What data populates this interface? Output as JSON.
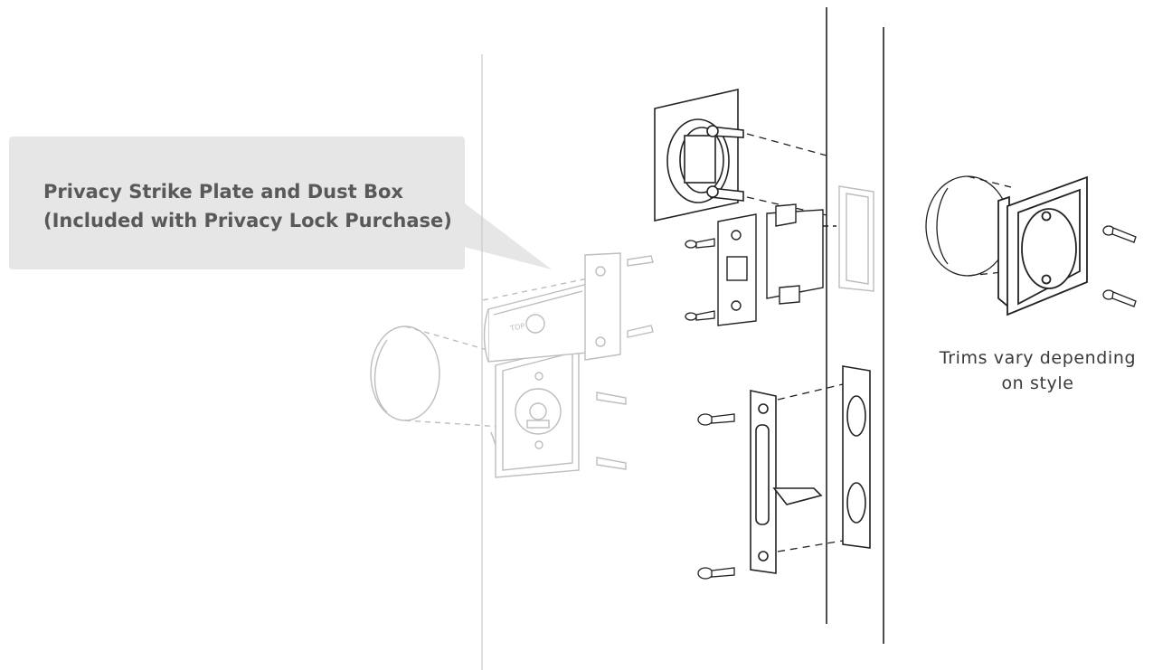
{
  "callout": {
    "line1": "Privacy Strike Plate and Dust Box",
    "line2": "(Included with Privacy Lock Purchase)"
  },
  "trim_note": {
    "line1": "Trims vary depending",
    "line2": "on style"
  },
  "colors": {
    "callout_fill": "#e6e6e6",
    "callout_text": "#595959",
    "outline": "#222222",
    "ghost_outline": "#bdbdbd",
    "door_edge": "#222222"
  },
  "icons": [
    "screw-icon",
    "lock-chassis-icon",
    "strike-plate-icon",
    "dust-box-icon",
    "privacy-rose-icon",
    "edge-pull-icon",
    "trim-rose-icon"
  ]
}
